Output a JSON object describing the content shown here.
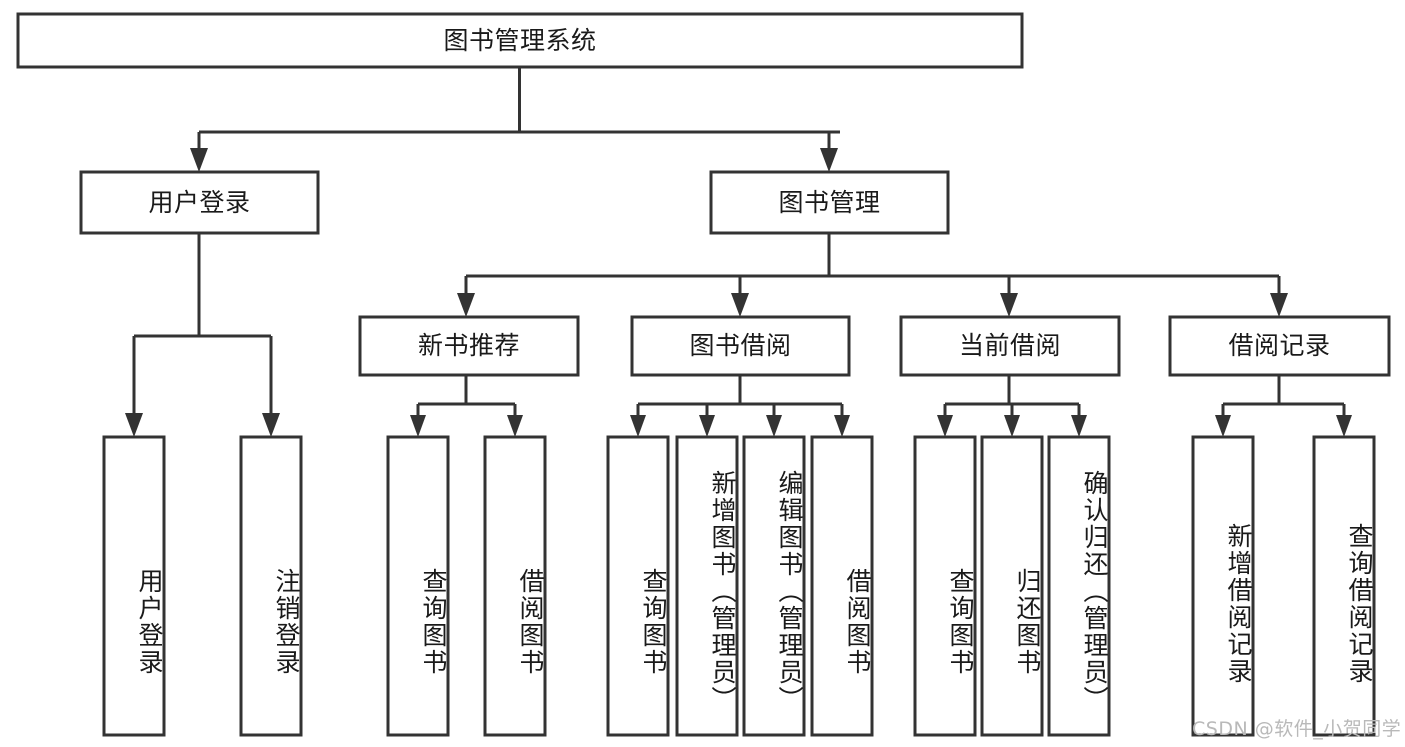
{
  "diagram": {
    "type": "hierarchy-tree",
    "title": "图书管理系统",
    "root": {
      "id": "root",
      "label": "图书管理系统",
      "orientation": "horizontal"
    },
    "level1": [
      {
        "id": "user-login",
        "label": "用户登录",
        "orientation": "horizontal"
      },
      {
        "id": "book-management",
        "label": "图书管理",
        "orientation": "horizontal"
      }
    ],
    "level2": [
      {
        "id": "new-book-recommend",
        "label": "新书推荐",
        "parent": "book-management",
        "orientation": "horizontal"
      },
      {
        "id": "book-borrow",
        "label": "图书借阅",
        "parent": "book-management",
        "orientation": "horizontal"
      },
      {
        "id": "current-borrow",
        "label": "当前借阅",
        "parent": "book-management",
        "orientation": "horizontal"
      },
      {
        "id": "borrow-record",
        "label": "借阅记录",
        "parent": "book-management",
        "orientation": "horizontal"
      }
    ],
    "leaves": [
      {
        "id": "leaf-user-login",
        "label": "用户登录",
        "parent": "user-login",
        "orientation": "vertical"
      },
      {
        "id": "leaf-logout",
        "label": "注销登录",
        "parent": "user-login",
        "orientation": "vertical"
      },
      {
        "id": "leaf-query-book-1",
        "label": "查询图书",
        "parent": "new-book-recommend",
        "orientation": "vertical"
      },
      {
        "id": "leaf-borrow-book-1",
        "label": "借阅图书",
        "parent": "new-book-recommend",
        "orientation": "vertical"
      },
      {
        "id": "leaf-query-book-2",
        "label": "查询图书",
        "parent": "book-borrow",
        "orientation": "vertical"
      },
      {
        "id": "leaf-add-book",
        "label": "新增图书（管理员）",
        "parent": "book-borrow",
        "orientation": "vertical"
      },
      {
        "id": "leaf-edit-book",
        "label": "编辑图书（管理员）",
        "parent": "book-borrow",
        "orientation": "vertical"
      },
      {
        "id": "leaf-borrow-book-2",
        "label": "借阅图书",
        "parent": "book-borrow",
        "orientation": "vertical"
      },
      {
        "id": "leaf-query-book-3",
        "label": "查询图书",
        "parent": "current-borrow",
        "orientation": "vertical"
      },
      {
        "id": "leaf-return-book",
        "label": "归还图书",
        "parent": "current-borrow",
        "orientation": "vertical"
      },
      {
        "id": "leaf-confirm-return",
        "label": "确认归还（管理员）",
        "parent": "current-borrow",
        "orientation": "vertical"
      },
      {
        "id": "leaf-add-record",
        "label": "新增借阅记录",
        "parent": "borrow-record",
        "orientation": "vertical"
      },
      {
        "id": "leaf-query-record",
        "label": "查询借阅记录",
        "parent": "borrow-record",
        "orientation": "vertical"
      }
    ]
  },
  "watermark": {
    "text": "CSDN @软件_小贺同学"
  },
  "colors": {
    "box_stroke": "#333333",
    "box_fill": "#ffffff",
    "text": "#1a1a1a",
    "watermark": "#b9b9b9",
    "background": "#ffffff"
  }
}
